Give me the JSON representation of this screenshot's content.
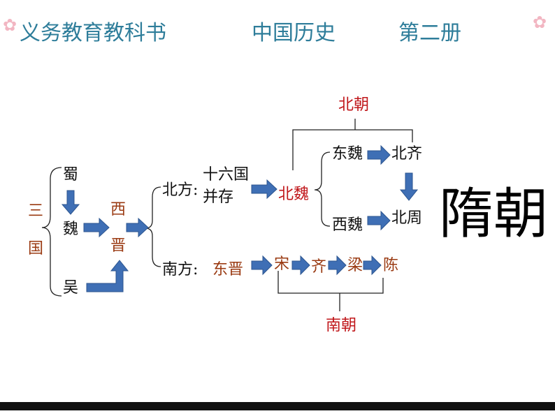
{
  "header": {
    "series": "义务教育教科书",
    "subject": "中国历史",
    "volume": "第二册"
  },
  "diagram": {
    "three_kingdoms": {
      "label": [
        "三",
        "国"
      ],
      "shu": "蜀",
      "wei": "魏",
      "wu": "吴"
    },
    "western_jin": [
      "西",
      "晋"
    ],
    "north": {
      "label": "北方:",
      "sixteen_line1": "十六国",
      "sixteen_line2": "并存",
      "northern_wei": "北魏",
      "eastern_wei": "东魏",
      "northern_qi": "北齐",
      "western_wei": "西魏",
      "northern_zhou": "北周",
      "group_label": "北朝"
    },
    "south": {
      "label": "南方:",
      "eastern_jin": "东晋",
      "song": "宋",
      "qi": "齐",
      "liang": "梁",
      "chen": "陈",
      "group_label": "南朝"
    },
    "result": "隋朝"
  },
  "colors": {
    "header": "#2e7d9a",
    "red_label": "#c0161a",
    "brown_label": "#9a3a12",
    "arrow_fill": "#3f6fb5",
    "arrow_stroke": "#2c558f"
  }
}
